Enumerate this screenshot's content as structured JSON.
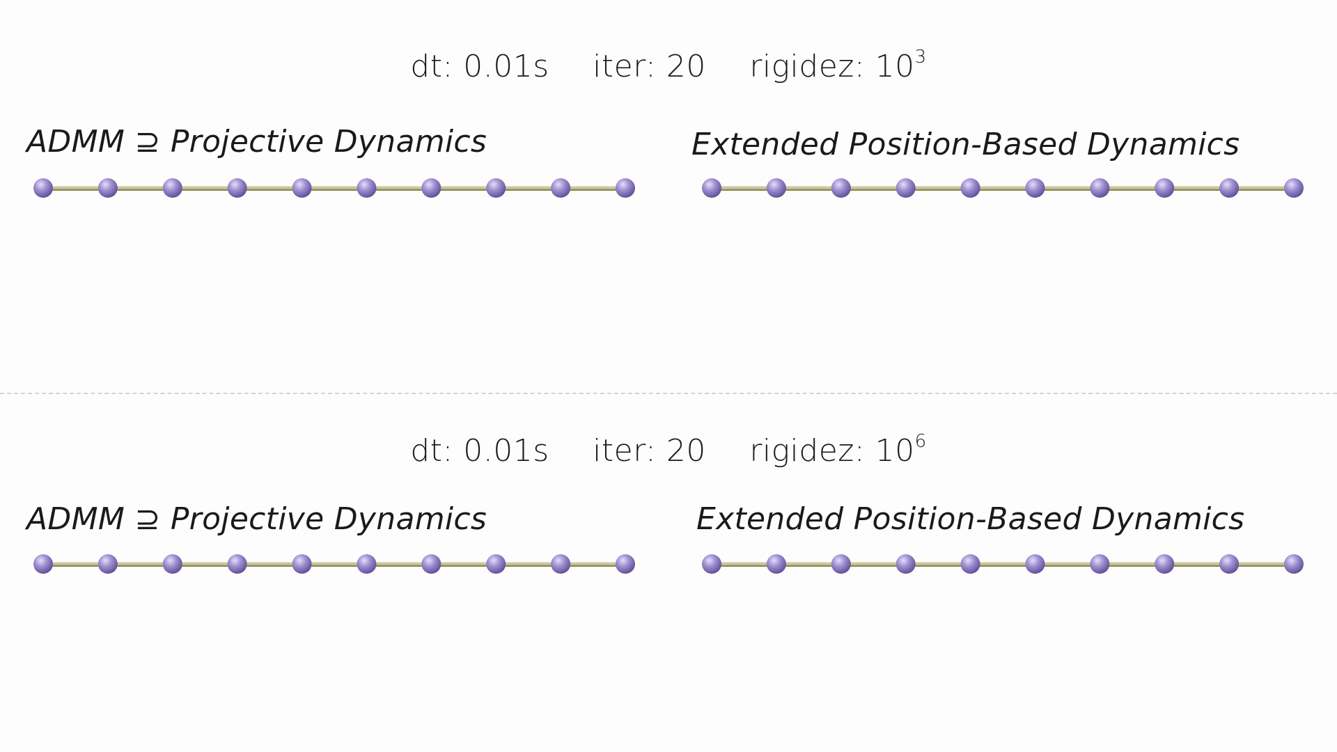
{
  "panels": [
    {
      "params": {
        "dt": "dt: 0.01s",
        "iter": "iter: 20",
        "stiffness_prefix": "rigidez: 10",
        "stiffness_exp": "3"
      },
      "left_title": "ADMM ⊇ Projective Dynamics",
      "right_title": "Extended Position-Based Dynamics"
    },
    {
      "params": {
        "dt": "dt: 0.01s",
        "iter": "iter: 20",
        "stiffness_prefix": "rigidez: 10",
        "stiffness_exp": "6"
      },
      "left_title": "ADMM ⊇ Projective Dynamics",
      "right_title": "Extended Position-Based Dynamics"
    }
  ],
  "chain": {
    "particle_count": 10,
    "particle_color": "#9d8fd0",
    "particle_highlight": "#e4defa",
    "particle_shadow": "#5e4f96",
    "rod_color": "#c8c89a",
    "rod_shadow": "#8c8c5c"
  }
}
